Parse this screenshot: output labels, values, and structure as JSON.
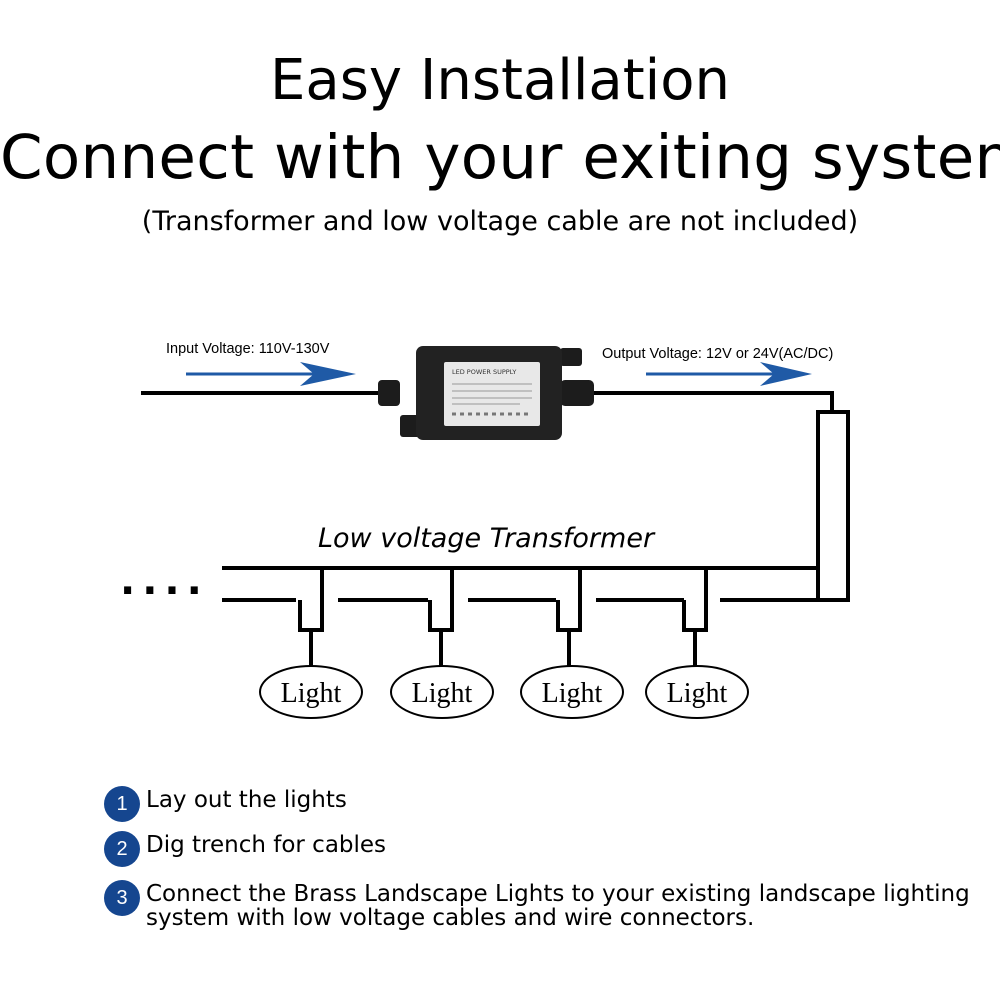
{
  "header": {
    "title": "Easy Installation",
    "subtitle": "Connect with your exiting system",
    "note": "(Transformer and low voltage cable are not included)"
  },
  "diagram": {
    "input_label": "Input Voltage: 110V-130V",
    "output_label": "Output Voltage: 12V or 24V(AC/DC)",
    "device_label": "LED POWER SUPPLY",
    "transformer_label": "Low voltage Transformer",
    "ellipsis": "....",
    "lights": [
      "Light",
      "Light",
      "Light",
      "Light"
    ],
    "arrow_color": "#1f5aa6"
  },
  "steps": [
    {
      "number": "1",
      "text": "Lay out the lights"
    },
    {
      "number": "2",
      "text": "Dig trench for cables"
    },
    {
      "number": "3",
      "text": "Connect the Brass Landscape Lights to your existing landscape lighting system with low voltage cables and wire connectors."
    }
  ]
}
